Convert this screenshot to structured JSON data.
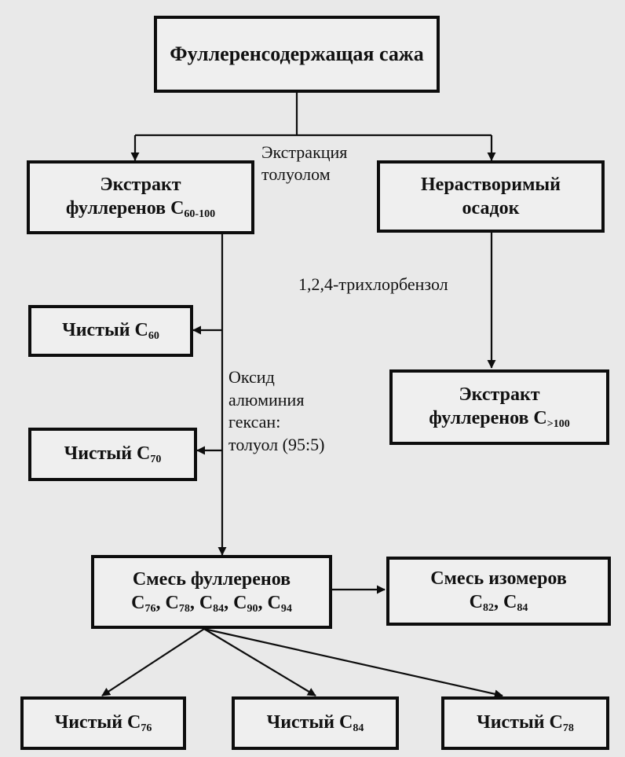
{
  "diagram": {
    "nodes": {
      "soot": {
        "label": "Фуллеренсодержащая сажа"
      },
      "extract_60_100": {
        "line1": "Экстракт",
        "line2_prefix": "фуллеренов С",
        "line2_sub": "60-100"
      },
      "insoluble": {
        "line1": "Нерастворимый",
        "line2": "осадок"
      },
      "pure_c60": {
        "prefix": "Чистый С",
        "sub": "60"
      },
      "pure_c70": {
        "prefix": "Чистый С",
        "sub": "70"
      },
      "extract_100": {
        "line1": "Экстракт",
        "line2_prefix": "фуллеренов С",
        "line2_sub": ">100"
      },
      "mixture": {
        "line1": "Смесь фуллеренов",
        "items": [
          {
            "c": "С",
            "sub": "76",
            "sep": ", "
          },
          {
            "c": "С",
            "sub": "78",
            "sep": ", "
          },
          {
            "c": "С",
            "sub": "84",
            "sep": ", "
          },
          {
            "c": "С",
            "sub": "90",
            "sep": ", "
          },
          {
            "c": "С",
            "sub": "94",
            "sep": ""
          }
        ]
      },
      "isomers": {
        "line1": "Смесь изомеров",
        "items": [
          {
            "c": "С",
            "sub": "82",
            "sep": ", "
          },
          {
            "c": "С",
            "sub": "84",
            "sep": ""
          }
        ]
      },
      "pure_c76": {
        "prefix": "Чистый С",
        "sub": "76"
      },
      "pure_c84": {
        "prefix": "Чистый С",
        "sub": "84"
      },
      "pure_c78": {
        "prefix": "Чистый С",
        "sub": "78"
      }
    },
    "labels": {
      "toluene_extraction": [
        "Экстракция",
        "толуолом"
      ],
      "trichlorobenzene": "1,2,4-трихлорбензол",
      "alumina": [
        "Оксид",
        "алюминия",
        "гексан:",
        "толуол (95:5)"
      ]
    },
    "edges": [
      {
        "from": "soot",
        "to": "extract_60_100"
      },
      {
        "from": "soot",
        "to": "insoluble"
      },
      {
        "from": "insoluble",
        "to": "extract_100"
      },
      {
        "from": "extract_60_100",
        "to": "pure_c60"
      },
      {
        "from": "extract_60_100",
        "to": "pure_c70"
      },
      {
        "from": "extract_60_100",
        "to": "mixture"
      },
      {
        "from": "mixture",
        "to": "isomers"
      },
      {
        "from": "mixture",
        "to": "pure_c76"
      },
      {
        "from": "mixture",
        "to": "pure_c84"
      },
      {
        "from": "mixture",
        "to": "pure_c78"
      }
    ],
    "colors": {
      "ink": "#0d0d0d",
      "paper": "#e9e9e9"
    }
  }
}
